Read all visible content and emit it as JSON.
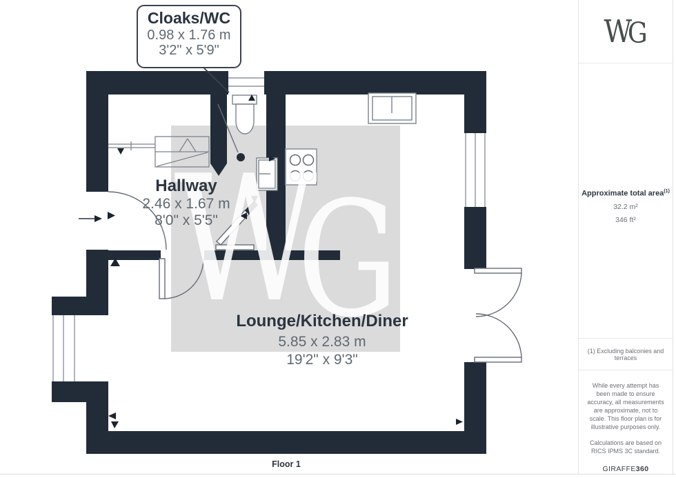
{
  "plan": {
    "rooms": [
      {
        "name": "Cloaks/WC",
        "metric": "0.98 x 1.76 m",
        "imperial": "3'2\" x 5'9\""
      },
      {
        "name": "Hallway",
        "metric": "2.46 x 1.67 m",
        "imperial": "8'0\" x 5'5\""
      },
      {
        "name": "Lounge/Kitchen/Diner",
        "metric": "5.85 x 2.83 m",
        "imperial": "19'2\" x 9'3\""
      }
    ],
    "floor_label": "Floor 1",
    "watermark_w": "W",
    "watermark_g": "G"
  },
  "sidebar": {
    "logo_w": "W",
    "logo_g": "G",
    "area_title": "Approximate total area",
    "area_note_ref": "(1)",
    "area_metric": "32.2 m²",
    "area_imperial": "346 ft²",
    "footnote": "(1) Excluding balconies and terraces",
    "disclaimer1": "While every attempt has been made to ensure accuracy, all measurements are approximate, not to scale. This floor plan is for illustrative purposes only.",
    "disclaimer2": "Calculations are based on RICS IPMS 3C standard.",
    "brand": "GIRAFFE",
    "brand_suffix": "360"
  },
  "colors": {
    "wall": "#222c39",
    "watermark_bg": "#dbdbdb",
    "fixture_line": "#79828c",
    "text_dark": "#2b3440",
    "text_dim": "#5f6972"
  }
}
